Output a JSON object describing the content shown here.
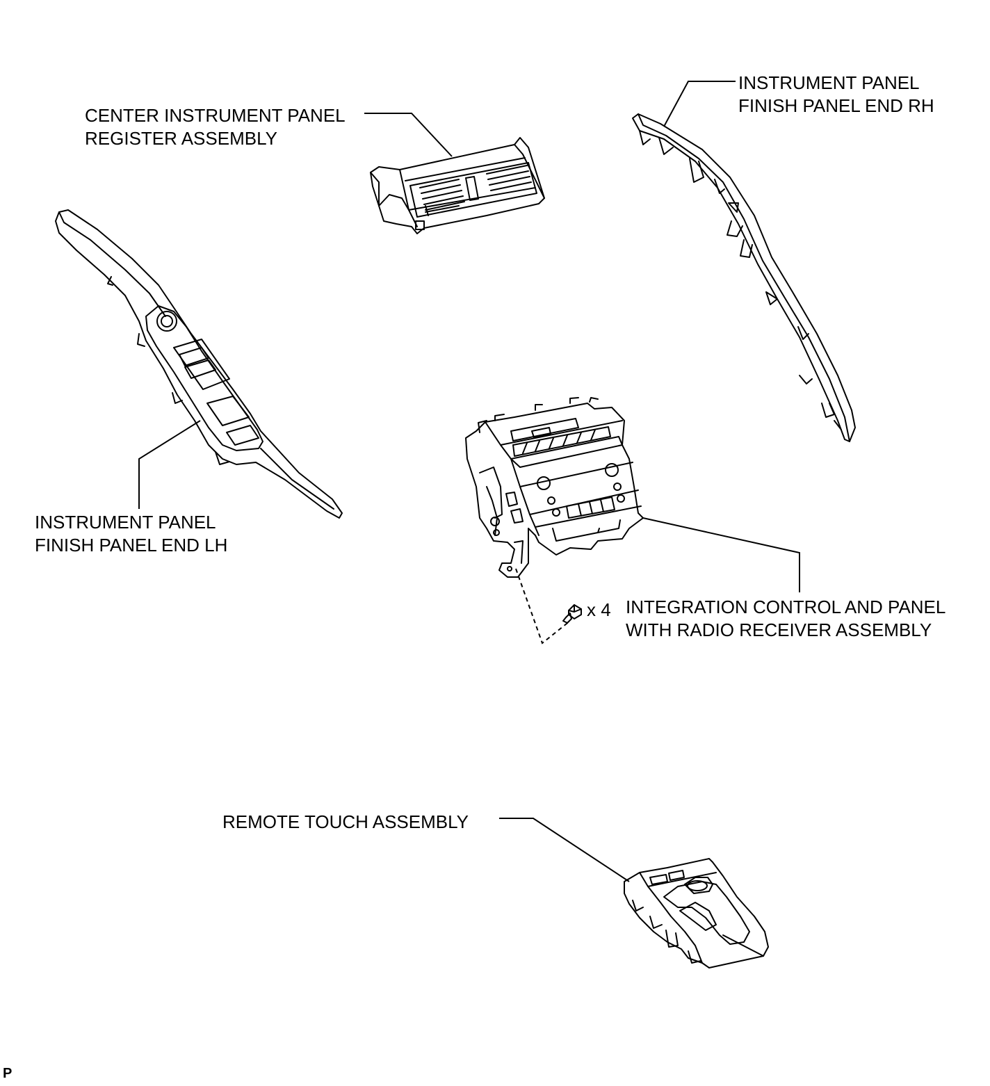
{
  "labels": {
    "register": [
      "CENTER INSTRUMENT PANEL",
      "REGISTER ASSEMBLY"
    ],
    "finish_rh": [
      "INSTRUMENT PANEL",
      "FINISH PANEL END RH"
    ],
    "finish_lh": [
      "INSTRUMENT PANEL",
      "FINISH PANEL END LH"
    ],
    "integration": [
      "INTEGRATION CONTROL AND PANEL",
      "WITH RADIO RECEIVER ASSEMBLY"
    ],
    "remote_touch": [
      "REMOTE TOUCH ASSEMBLY"
    ],
    "screw_qty": "x 4",
    "corner_mark": "P"
  },
  "icons": {
    "screw": "screw-icon"
  },
  "colors": {
    "line": "#000000",
    "background": "#ffffff"
  }
}
